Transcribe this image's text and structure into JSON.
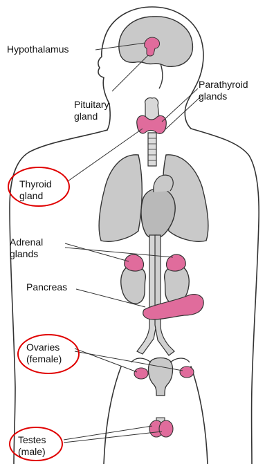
{
  "labels": {
    "hypothalamus": "Hypothalamus",
    "pituitary_line1": "Pituitary",
    "pituitary_line2": "gland",
    "parathyroid_line1": "Parathyroid",
    "parathyroid_line2": "glands",
    "thyroid_line1": "Thyroid",
    "thyroid_line2": "gland",
    "adrenal_line1": "Adrenal",
    "adrenal_line2": "glands",
    "pancreas": "Pancreas",
    "ovaries_line1": "Ovaries",
    "ovaries_line2": "(female)",
    "testes_line1": "Testes",
    "testes_line2": "(male)"
  },
  "highlighted_labels": [
    "Thyroid gland",
    "Ovaries (female)",
    "Testes (male)"
  ],
  "colors": {
    "gland": "#e06c9c",
    "organ": "#c9c9c9",
    "organ_dark": "#b0b0b0",
    "outline": "#333333",
    "highlight_ring": "#e00000"
  }
}
